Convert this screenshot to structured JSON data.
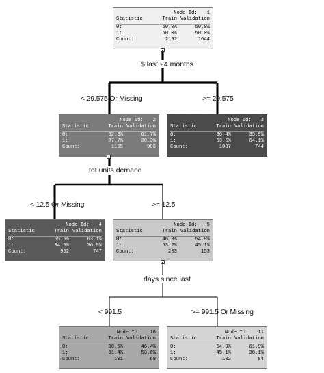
{
  "tree": {
    "nodes": [
      {
        "id": "1",
        "node_id_label": "Node Id:",
        "header": [
          "Statistic",
          "Train",
          "Validation"
        ],
        "rows": [
          [
            "0:",
            "50.0%",
            "50.0%"
          ],
          [
            "1:",
            "50.0%",
            "50.0%"
          ]
        ],
        "count": [
          "Count:",
          "2192",
          "1644"
        ],
        "fill": "#efefef"
      },
      {
        "id": "2",
        "node_id_label": "Node Id:",
        "header": [
          "Statistic",
          "Train",
          "Validation"
        ],
        "rows": [
          [
            "0:",
            "62.3%",
            "61.7%"
          ],
          [
            "1:",
            "37.7%",
            "38.3%"
          ]
        ],
        "count": [
          "Count:",
          "1155",
          "900"
        ],
        "fill": "#7a7a7a"
      },
      {
        "id": "3",
        "node_id_label": "Node Id:",
        "header": [
          "Statistic",
          "Train",
          "Validation"
        ],
        "rows": [
          [
            "0:",
            "36.4%",
            "35.9%"
          ],
          [
            "1:",
            "63.6%",
            "64.1%"
          ]
        ],
        "count": [
          "Count:",
          "1037",
          "744"
        ],
        "fill": "#4b4b4b"
      },
      {
        "id": "4",
        "node_id_label": "Node Id:",
        "header": [
          "Statistic",
          "Train",
          "Validation"
        ],
        "rows": [
          [
            "0:",
            "65.5%",
            "63.1%"
          ],
          [
            "1:",
            "34.5%",
            "36.9%"
          ]
        ],
        "count": [
          "Count:",
          "952",
          "747"
        ],
        "fill": "#595959"
      },
      {
        "id": "5",
        "node_id_label": "Node Id:",
        "header": [
          "Statistic",
          "Train",
          "Validation"
        ],
        "rows": [
          [
            "0:",
            "46.8%",
            "54.9%"
          ],
          [
            "1:",
            "53.2%",
            "45.1%"
          ]
        ],
        "count": [
          "Count:",
          "203",
          "153"
        ],
        "fill": "#c9c9c9"
      },
      {
        "id": "10",
        "node_id_label": "Node Id:",
        "header": [
          "Statistic",
          "Train",
          "Validation"
        ],
        "rows": [
          [
            "0:",
            "38.6%",
            "46.4%"
          ],
          [
            "1:",
            "61.4%",
            "53.6%"
          ]
        ],
        "count": [
          "Count:",
          "101",
          "69"
        ],
        "fill": "#a9a9a9"
      },
      {
        "id": "11",
        "node_id_label": "Node Id:",
        "header": [
          "Statistic",
          "Train",
          "Validation"
        ],
        "rows": [
          [
            "0:",
            "54.9%",
            "61.9%"
          ],
          [
            "1:",
            "45.1%",
            "38.1%"
          ]
        ],
        "count": [
          "Count:",
          "102",
          "84"
        ],
        "fill": "#d4d4d4"
      }
    ],
    "splits": [
      {
        "variable": "$ last 24 months",
        "left": "< 29.575 Or Missing",
        "right": ">= 29.575"
      },
      {
        "variable": "tot units demand",
        "left": "< 12.5 Or Missing",
        "right": ">= 12.5"
      },
      {
        "variable": "days since last",
        "left": "< 991.5",
        "right": ">= 991.5 Or Missing"
      }
    ]
  }
}
